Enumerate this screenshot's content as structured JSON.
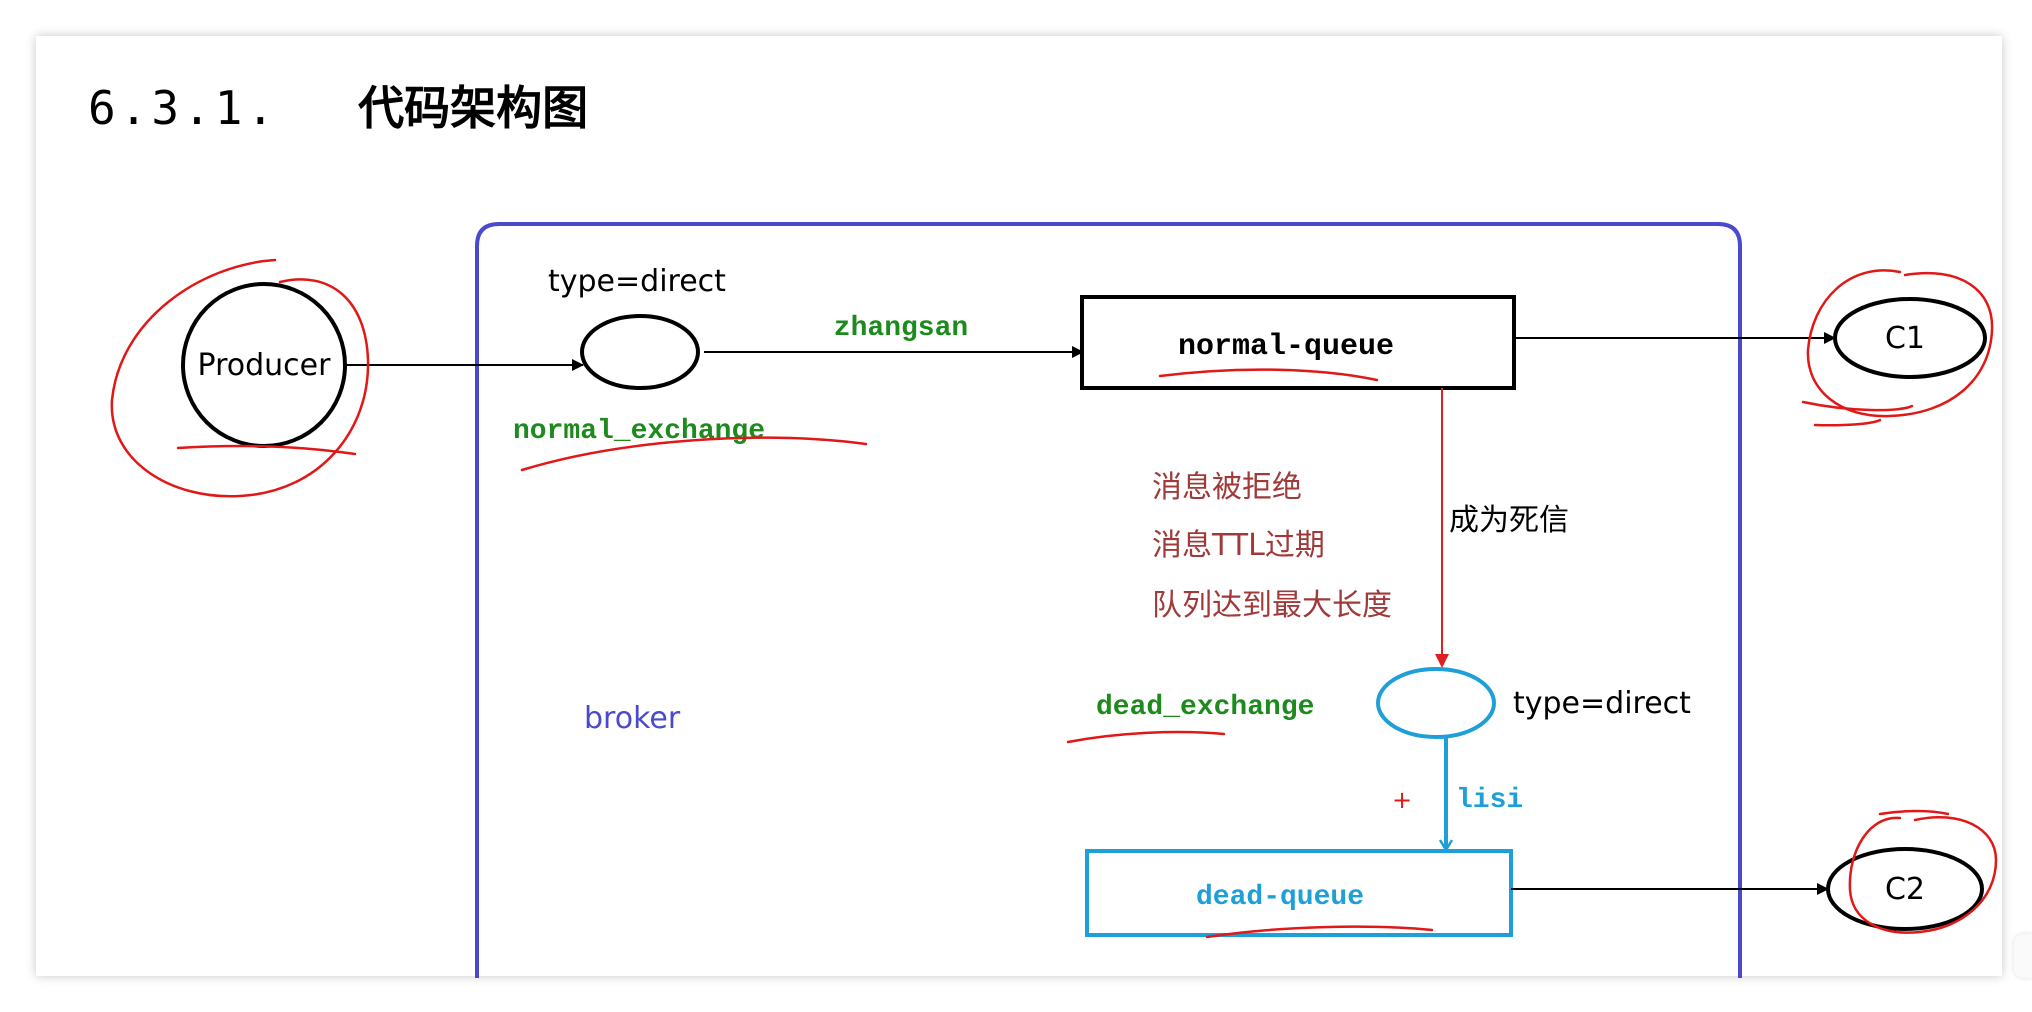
{
  "heading": {
    "number": "6.3.1.",
    "title": "代码架构图"
  },
  "diagram": {
    "producer": "Producer",
    "normal_exchange_type": "type=direct",
    "normal_exchange_name": "normal_exchange",
    "normal_routing_key": "zhangsan",
    "normal_queue": "normal-queue",
    "consumer_1": "C1",
    "dead_letter_label": "成为死信",
    "reasons": [
      "消息被拒绝",
      "消息TTL过期",
      "队列达到最大长度"
    ],
    "dead_exchange_name": "dead_exchange",
    "dead_exchange_type": "type=direct",
    "dead_routing_key": "lisi",
    "dead_queue": "dead-queue",
    "consumer_2": "C2",
    "broker": "broker"
  },
  "colors": {
    "broker_border": "#4a4acf",
    "green_label": "#1c8a1c",
    "cyan": "#1e9fd8",
    "reason_text": "#a03a3a",
    "dead_letter_arrow": "#e02020",
    "annotation_red": "#e01818"
  }
}
